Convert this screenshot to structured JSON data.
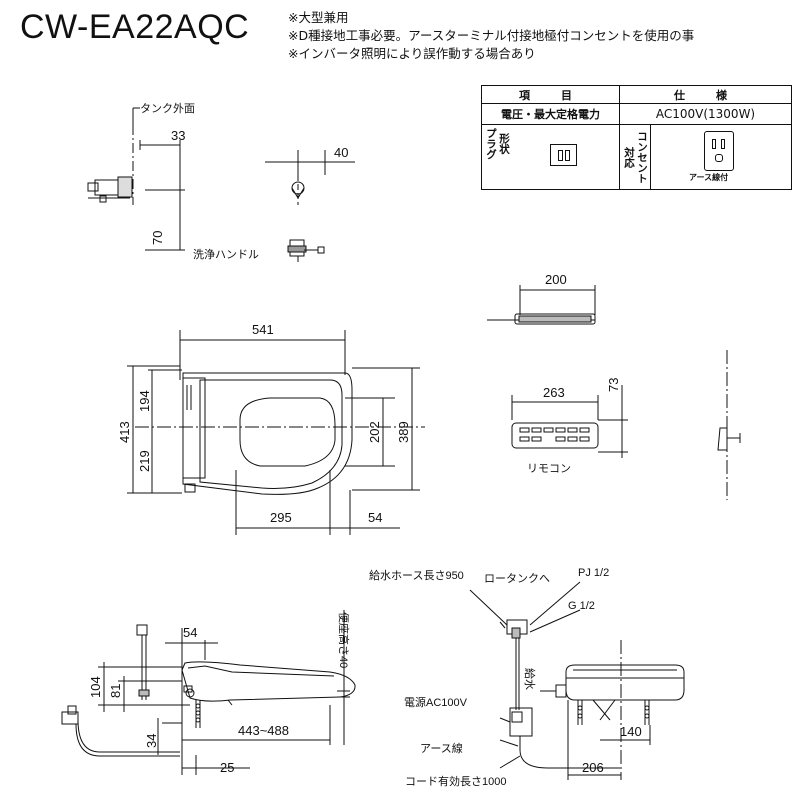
{
  "header": {
    "model": "CW-EA22AQC",
    "notes": [
      "※大型兼用",
      "※D種接地工事必要。アースターミナル付接地極付コンセントを使用の事",
      "※インバータ照明により誤作動する場合あり"
    ]
  },
  "spec_table": {
    "col_item": "項　目",
    "col_spec": "仕　様",
    "row1_label": "電圧・最大定格電力",
    "row1_value": "AC100V(1300W)",
    "row2_label_a": "プラグ",
    "row2_label_b": "形状",
    "row2_label_c": "対応",
    "row2_label_d": "コンセント",
    "earth_label": "アース線付"
  },
  "labels": {
    "tank_outer": "タンク外面",
    "flush_handle": "洗浄ハンドル",
    "remote": "リモコン",
    "supply_hose": "給水ホース長さ950",
    "to_tank": "ロータンクへ",
    "pj": "PJ 1/2",
    "g": "G 1/2",
    "water_in": "給水",
    "seat_height": "便座高さ40",
    "power": "電源AC100V",
    "earth_wire": "アース線",
    "cord": "コード有効長さ1000"
  },
  "dims": {
    "d33": "33",
    "d70": "70",
    "d40": "40",
    "d200": "200",
    "d541": "541",
    "d194": "194",
    "d219": "219",
    "d413": "413",
    "d202": "202",
    "d389": "389",
    "d295": "295",
    "d54a": "54",
    "d263": "263",
    "d73": "73",
    "d54b": "54",
    "d104": "104",
    "d81": "81",
    "d34": "34",
    "d443": "443~488",
    "d25": "25",
    "d140": "140",
    "d206": "206"
  }
}
